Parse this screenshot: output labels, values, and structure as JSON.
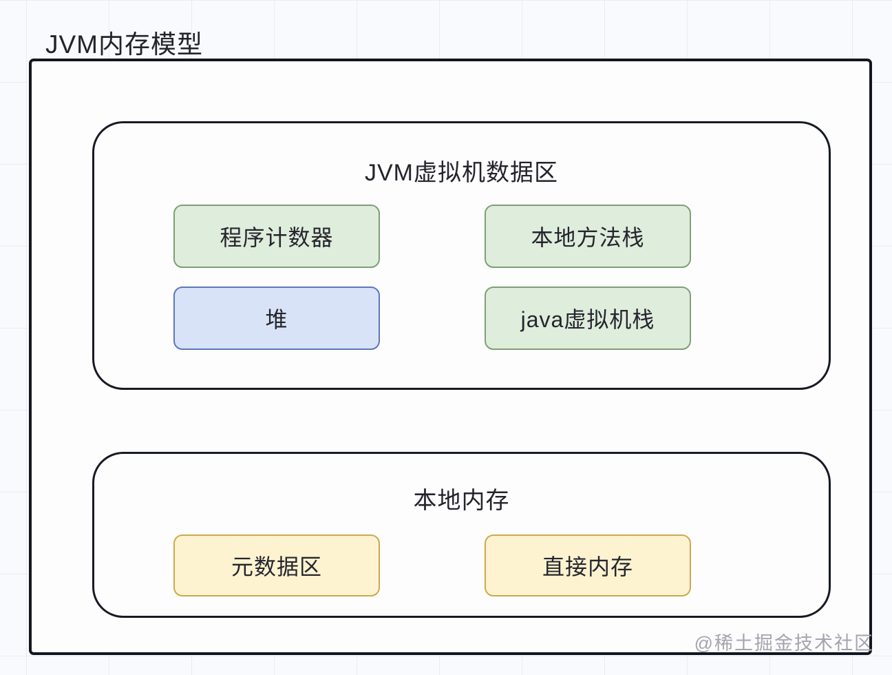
{
  "page": {
    "title": "JVM内存模型",
    "watermark": "@稀土掘金技术社区"
  },
  "diagram": {
    "sections": [
      {
        "title": "JVM虚拟机数据区",
        "items": [
          {
            "label": "程序计数器",
            "type": "green"
          },
          {
            "label": "本地方法栈",
            "type": "green"
          },
          {
            "label": "堆",
            "type": "blue"
          },
          {
            "label": "java虚拟机栈",
            "type": "green"
          }
        ]
      },
      {
        "title": "本地内存",
        "items": [
          {
            "label": "元数据区",
            "type": "yellow"
          },
          {
            "label": "直接内存",
            "type": "yellow"
          }
        ]
      }
    ],
    "colors": {
      "outline": "#13161f",
      "green_fill": "#dfeddc",
      "green_border": "#7f9d77",
      "blue_fill": "#d8e3f8",
      "blue_border": "#5d76ba",
      "yellow_fill": "#fdf3d1",
      "yellow_border": "#cda94e",
      "grid_line": "#e8ecf3",
      "watermark_text": "#a4a4ae"
    }
  }
}
